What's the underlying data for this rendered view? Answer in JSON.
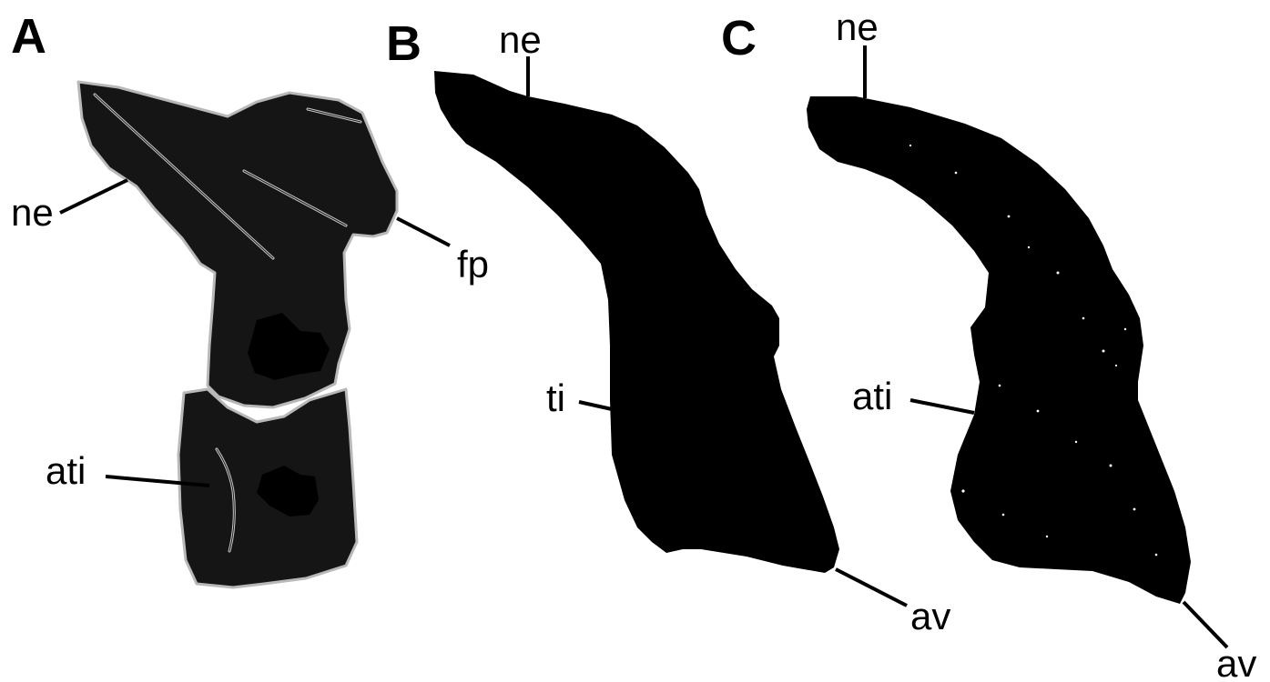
{
  "colors": {
    "background": "#ffffff",
    "bone_fill": "#151515",
    "outline": "#b8b8b8",
    "silhouette": "#000000",
    "text": "#000000"
  },
  "panels": {
    "a": {
      "letter": "A",
      "labels": {
        "ne": "ne",
        "fp": "fp",
        "ati": "ati"
      }
    },
    "b": {
      "letter": "B",
      "labels": {
        "ne": "ne",
        "ti": "ti",
        "av": "av"
      }
    },
    "c": {
      "letter": "C",
      "labels": {
        "ne": "ne",
        "ati": "ati",
        "av": "av"
      }
    }
  }
}
